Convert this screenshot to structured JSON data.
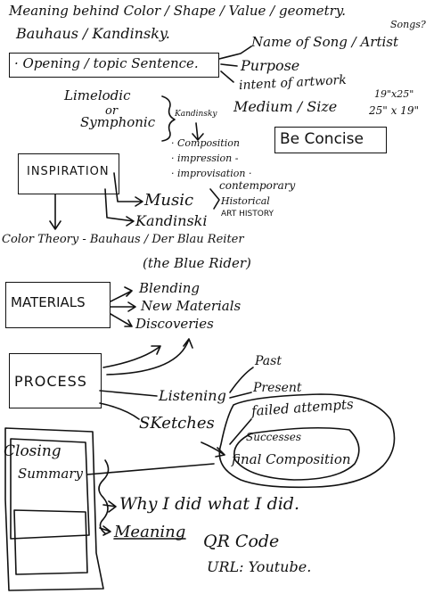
{
  "header": {
    "line1": "Meaning behind Color / Shape / Value / geometry.",
    "songs": "Songs?",
    "line2": "Bauhaus / Kandinsky."
  },
  "opening": {
    "label": "· Opening / topic Sentence.",
    "name_artist": "Name of Song / Artist",
    "purpose": "Purpose",
    "intent": "intent of artwork",
    "melodic_line1": "Limelodic",
    "melodic_line2": "or",
    "melodic_line3": "Symphonic",
    "kandinsky_small": "Kandinsky",
    "medium_size": "Medium / Size",
    "size_top": "19\"x25\"",
    "size_bottom": "25\" x 19\"",
    "composition": "· Composition",
    "impression": "· impression -",
    "improvisation": "· improvisation ·",
    "be_concise": "Be Concise"
  },
  "inspiration": {
    "label": "INSPIRATION",
    "music": "Music",
    "contemporary": "contemporary",
    "historical": "Historical",
    "kandinski": "Kandinski",
    "art_history": "ART HISTORY",
    "color_theory": "Color Theory - Bauhaus / Der Blau Reiter",
    "blue_rider": "(the Blue Rider)"
  },
  "materials": {
    "label": "MATERIALS",
    "blending": "Blending",
    "new_materials": "New Materials",
    "discoveries": "Discoveries"
  },
  "process": {
    "label": "PROCESS",
    "listening": "Listening",
    "past": "Past",
    "present": "Present",
    "sketches": "SKetches",
    "failed": "failed attempts",
    "successes": "Successes",
    "final": "final Composition"
  },
  "closing": {
    "line1": "Closing",
    "line2": "Summary",
    "why": "Why I did what I did.",
    "meaning": "Meaning",
    "qr": "QR Code",
    "url": "URL: Youtube."
  }
}
